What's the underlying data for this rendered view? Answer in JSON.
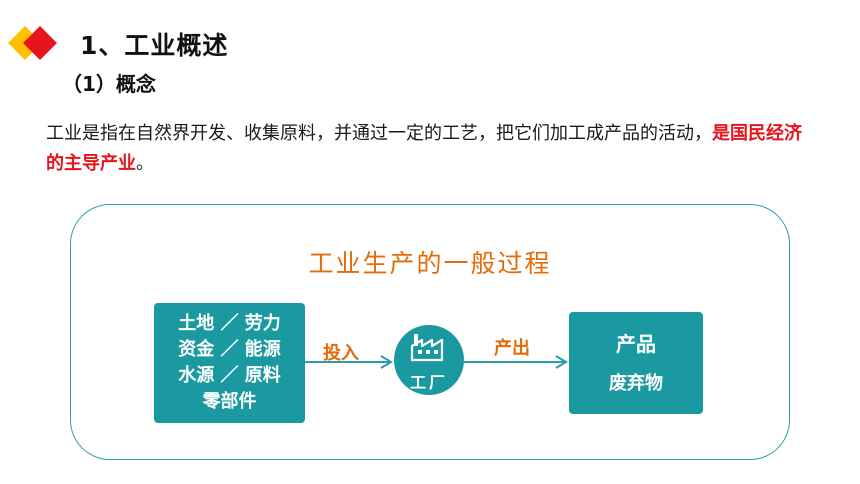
{
  "header": {
    "section_title": "1、工业概述",
    "sub_title": "（1）概念"
  },
  "paragraph": {
    "text_before": "工业是指在自然界开发、收集原料，并通过一定的工艺，把它们加工成产品的活动，",
    "highlight": "是国民经济的主导产业",
    "text_after": "。"
  },
  "process": {
    "title": "工业生产的一般过程",
    "inputs": [
      "土地 ／ 劳力",
      "资金 ／ 能源",
      "水源 ／ 原料",
      "零部件"
    ],
    "input_arrow_label": "投入",
    "factory_label": "工厂",
    "output_arrow_label": "产出",
    "outputs": [
      "产品",
      "废弃物"
    ]
  },
  "colors": {
    "accent_teal": "#1a9aa0",
    "accent_orange": "#e36c09",
    "highlight_red": "#e8141b",
    "diamond_yellow": "#ffc000"
  }
}
